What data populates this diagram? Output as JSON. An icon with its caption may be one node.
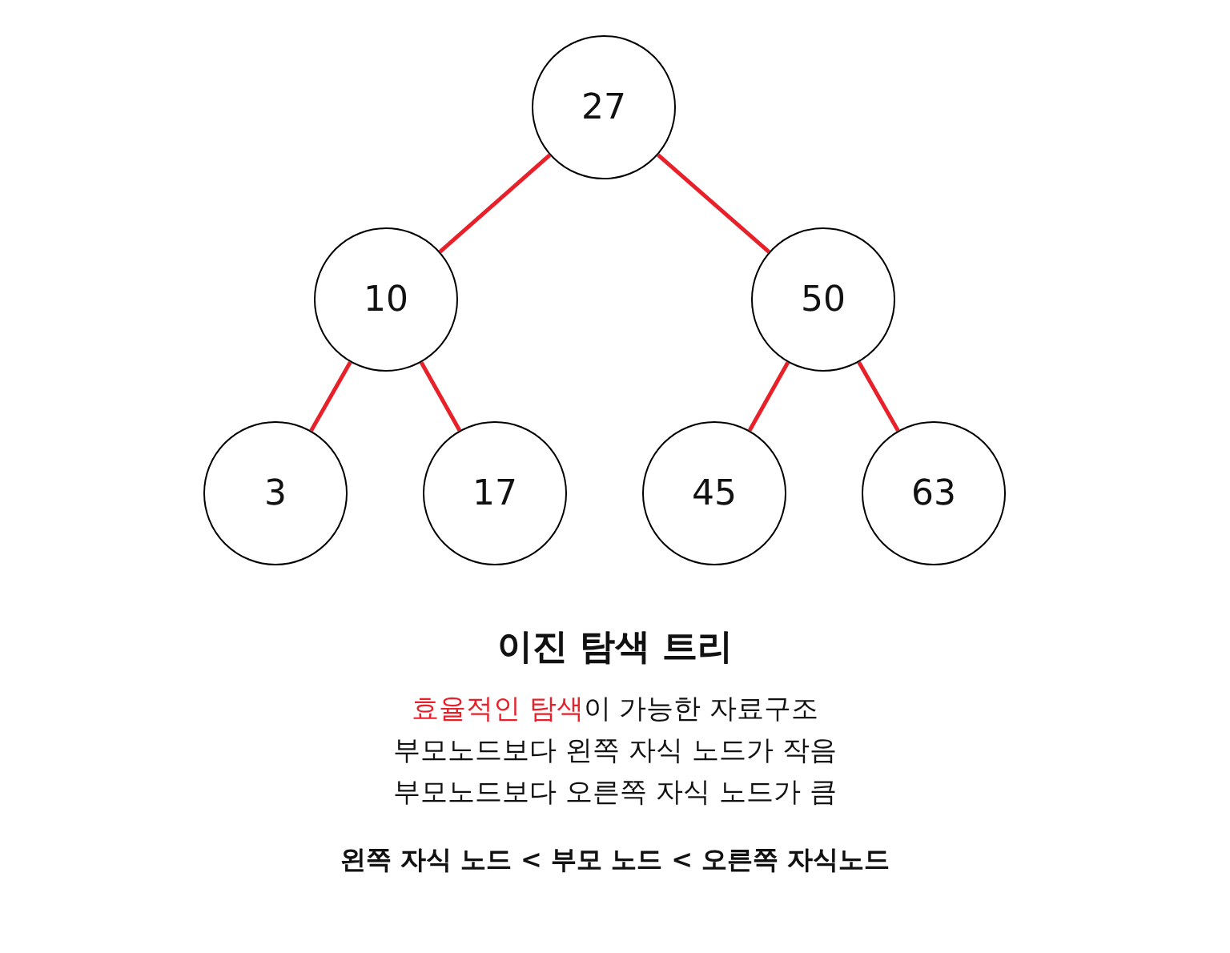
{
  "diagram": {
    "title": "이진 탐색 트리",
    "nodes": [
      {
        "text": [
          "27"
        ]
      },
      {
        "text": [
          "10"
        ]
      },
      {
        "text": [
          "50"
        ]
      },
      {
        "text": [
          "3"
        ]
      },
      {
        "text": [
          "17"
        ]
      },
      {
        "text": [
          "45"
        ]
      },
      {
        "text": [
          "63"
        ]
      }
    ],
    "edges": [
      {
        "from": 0,
        "to": 1,
        "arrow": "none",
        "color": "#e8202a"
      },
      {
        "from": 0,
        "to": 2,
        "arrow": "none",
        "color": "#e8202a"
      },
      {
        "from": 1,
        "to": 3,
        "arrow": "none",
        "color": "#e8202a"
      },
      {
        "from": 1,
        "to": 4,
        "arrow": "none",
        "color": "#e8202a"
      },
      {
        "from": 2,
        "to": 5,
        "arrow": "none",
        "color": "#e8202a"
      },
      {
        "from": 2,
        "to": 6,
        "arrow": "none",
        "color": "#e8202a"
      }
    ],
    "labels": [
      "효율적인 탐색",
      "이 가능한 자료구조",
      "부모노드보다 왼쪽 자식 노드가 작음",
      "부모노드보다 오른쪽 자식 노드가 큼",
      "왼쪽 자식 노드 < 부모 노드 < 오른쪽 자식노드"
    ]
  }
}
